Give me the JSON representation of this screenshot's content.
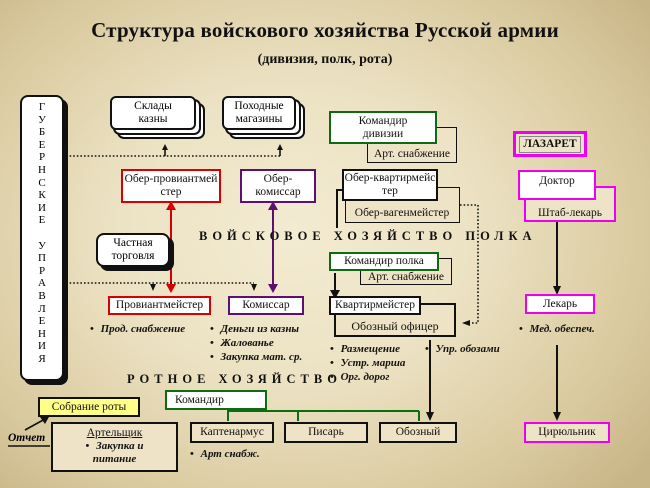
{
  "title": "Структура войскового хозяйства Русской армии",
  "subtitle": "(дивизия, полк, рота)",
  "colors": {
    "provision": "#d60000",
    "commissariat": "#5d1070",
    "command": "#0e6b12",
    "medical": "#ee00ee",
    "assembly": "#ffff88"
  },
  "provincial": {
    "letters": [
      "Г",
      "У",
      "Б",
      "Е",
      "Р",
      "Н",
      "С",
      "К",
      "И",
      "Е",
      " ",
      "У",
      "П",
      "Р",
      "А",
      "В",
      "Л",
      "Е",
      "Н",
      "И",
      "Я"
    ],
    "label": "ГУБЕРНСКИЕ УПРАВЛЕНИЯ"
  },
  "division": {
    "warehouses": "Склады казны",
    "field_stores": "Походные магазины",
    "commander": "Командир дивизии",
    "artillery": "Арт. снабжение",
    "chief_provisioner": "Обер-провиантмейстер",
    "chief_commissary": "Обер-комиссар",
    "chief_quartermaster": "Обер-квартирмейстер",
    "chief_wagonmaster": "Обер-вагенмейстер"
  },
  "hospital": {
    "title": "ЛАЗАРЕТ",
    "doctor": "Доктор",
    "staff_physician": "Штаб-лекарь",
    "physician": "Лекарь",
    "physician_duties": [
      "Мед. обеспеч."
    ],
    "barber": "Цирюльник"
  },
  "regiment": {
    "section_label": "ВОЙСКОВОЕ  ХОЗЯЙСТВО  ПОЛКА",
    "private_trade": "Частная торговля",
    "commander": "Командир полка",
    "artillery": "Арт. снабжение",
    "provisioner": "Провиантмейстер",
    "provisioner_duties": [
      "Прод. снабжение"
    ],
    "commissary": "Комиссар",
    "commissary_duties": [
      "Деньги из казны",
      "Жалованье",
      "Закупка мат. ср."
    ],
    "quartermaster": "Квартирмейстер",
    "quartermaster_duties": [
      "Размещение",
      "Устр. марша",
      "Орг. дорог"
    ],
    "train_officer": "Обозный офицер",
    "train_officer_duties": [
      "Упр. обозами"
    ]
  },
  "company": {
    "section_label": "РОТНОЕ  ХОЗЯЙСТВО",
    "assembly": "Собрание роты",
    "report": "Отчет",
    "commander": "Командир",
    "artelshchik": "Артельщик",
    "artelshchik_duties": [
      "Закупка и питание"
    ],
    "captenarmus": "Каптенармус",
    "captenarmus_duties": [
      "Арт снабж."
    ],
    "clerk": "Писарь",
    "wagoner": "Обозный"
  }
}
